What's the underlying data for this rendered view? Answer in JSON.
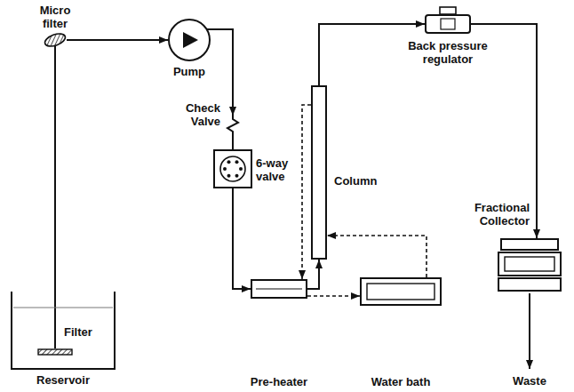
{
  "diagram": {
    "nodes": [
      {
        "text": [
          "Micro filter"
        ]
      },
      {
        "text": [
          "Pump"
        ]
      },
      {
        "text": [
          "Check Valve"
        ]
      },
      {
        "text": [
          "6-way valve"
        ]
      },
      {
        "text": [
          "Back pressure regulator"
        ]
      },
      {
        "text": [
          "Column"
        ]
      },
      {
        "text": [
          "Fractional Collector"
        ]
      },
      {
        "text": [
          "Reservoir"
        ]
      },
      {
        "text": [
          "Filter"
        ],
        "in": 7
      },
      {
        "text": [
          "Pre-heater"
        ]
      },
      {
        "text": [
          "Water bath"
        ]
      }
    ],
    "edges": [
      {
        "from": 8,
        "to": 0,
        "arrow": "none"
      },
      {
        "from": 0,
        "to": 1,
        "arrow": "to"
      },
      {
        "from": 1,
        "to": 2,
        "arrow": "to"
      },
      {
        "from": 2,
        "to": 3,
        "arrow": "none"
      },
      {
        "from": 3,
        "to": 9,
        "arrow": "to"
      },
      {
        "from": 9,
        "to": 5,
        "arrow": "to"
      },
      {
        "from": 5,
        "to": 4,
        "arrow": "to"
      },
      {
        "from": 4,
        "to": 6,
        "arrow": "to"
      },
      {
        "from": 9,
        "to": 10,
        "arrow": "to"
      },
      {
        "from": 10,
        "to": 5,
        "arrow": "to"
      },
      {
        "from": 5,
        "to": 9,
        "arrow": "to"
      }
    ],
    "labels": [
      "Waste"
    ]
  }
}
